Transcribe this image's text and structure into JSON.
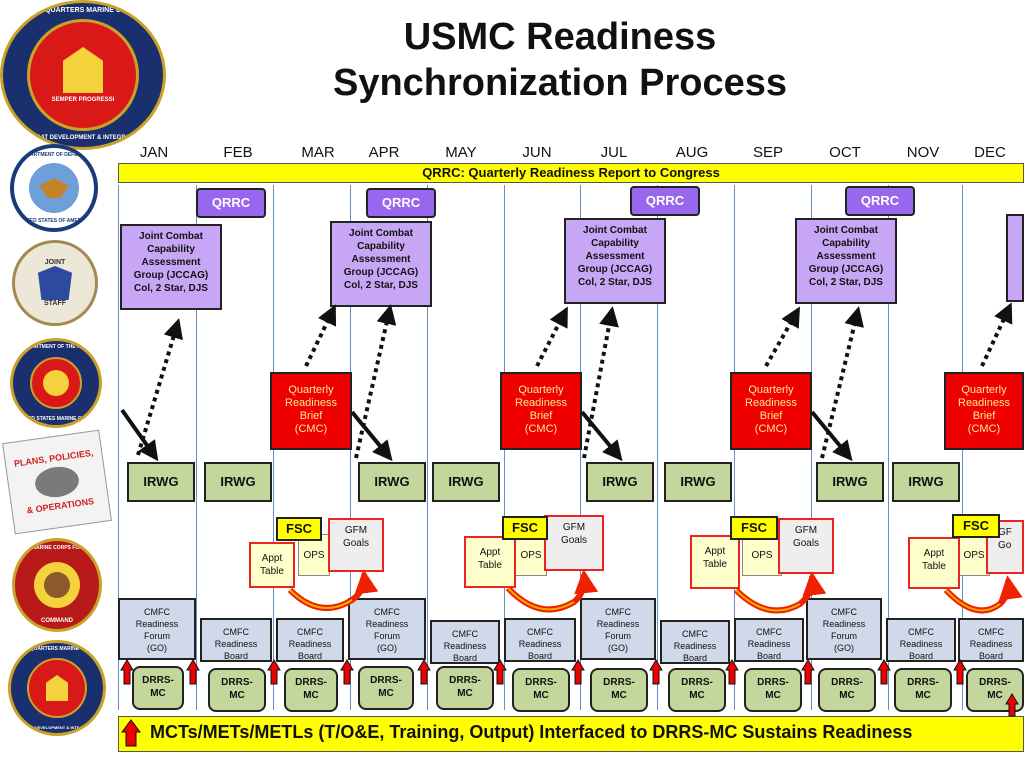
{
  "title_line1": "USMC Readiness",
  "title_line2": "Synchronization Process",
  "months": [
    "JAN",
    "FEB",
    "MAR",
    "APR",
    "MAY",
    "JUN",
    "JUL",
    "AUG",
    "SEP",
    "OCT",
    "NOV",
    "DEC"
  ],
  "qrrc_bar": "QRRC:  Quarterly Readiness Report to Congress",
  "qrrc_label": "QRRC",
  "jccag": {
    "l1": "Joint Combat",
    "l2": "Capability",
    "l3": "Assessment",
    "l4": "Group (JCCAG)",
    "l5": "Col, 2 Star, DJS"
  },
  "qrb": {
    "l1": "Quarterly",
    "l2": "Readiness",
    "l3": "Brief",
    "l4": "(CMC)"
  },
  "irwg_label": "IRWG",
  "fsc_label": "FSC",
  "gfm": {
    "l1": "GFM",
    "l2": "Goals"
  },
  "gfm_clipped": {
    "l1": "GF",
    "l2": "Go"
  },
  "appt": {
    "l1": "Appt",
    "l2": "Table"
  },
  "ops_label": "OPS",
  "forum": {
    "l1": "CMFC",
    "l2": "Readiness",
    "l3": "Forum",
    "l4": "(GO)"
  },
  "board": {
    "l1": "CMFC",
    "l2": "Readiness",
    "l3": "Board"
  },
  "drrs": {
    "l1": "DRRS-",
    "l2": "MC"
  },
  "bottom_text": "MCTs/METs/METLs (T/O&E, Training, Output) Interfaced to DRRS-MC Sustains Readiness",
  "seals": {
    "hq_top": {
      "ring": "HEADQUARTERS MARINE CORPS",
      "bottom": "COMBAT DEVELOPMENT & INTEGRATION",
      "motto": "SEMPER PROGRESSI"
    },
    "dod": {
      "ring": "DEPARTMENT OF DEFENSE",
      "bottom": "UNITED STATES OF AMERICA"
    },
    "joint_staff": {
      "top": "JOINT",
      "bottom": "STAFF"
    },
    "navy": {
      "ring": "DEPARTMENT OF THE NAVY",
      "bottom": "UNITED STATES MARINE CORPS"
    },
    "ppo": {
      "l1": "PLANS, POLICIES,",
      "l2": "& OPERATIONS"
    },
    "forces": {
      "ring": "U.S. MARINE CORPS FORCES",
      "bottom": "COMMAND"
    },
    "hq_bottom": {
      "ring": "HEADQUARTERS MARINE CORPS",
      "bottom": "COMBAT DEVELOPMENT & INTEGRATION"
    }
  },
  "colors": {
    "qrrc": "#9966ee",
    "jccag": "#c8a6f6",
    "brief": "#ee0000",
    "irwg": "#c3d69b",
    "highlight": "#ffff00",
    "cmfc": "#cfd9ea",
    "gridline": "#6a8fc4"
  }
}
